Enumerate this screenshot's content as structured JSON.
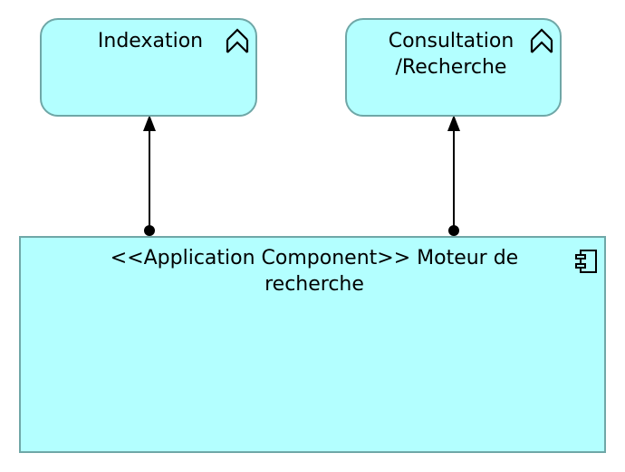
{
  "diagram": {
    "colors": {
      "fill": "#b3ffff",
      "border": "#6fa7a7",
      "edge": "#000000"
    },
    "services": [
      {
        "label": "Indexation",
        "icon": "application-service-icon"
      },
      {
        "label": "Consultation /Recherche",
        "icon": "application-service-icon"
      }
    ],
    "component": {
      "label": "<<Application Component>> Moteur de recherche",
      "icon": "component-icon"
    },
    "edges": [
      {
        "from": "component",
        "to": "service-indexation",
        "type": "serving"
      },
      {
        "from": "component",
        "to": "service-consultation",
        "type": "serving"
      }
    ]
  }
}
